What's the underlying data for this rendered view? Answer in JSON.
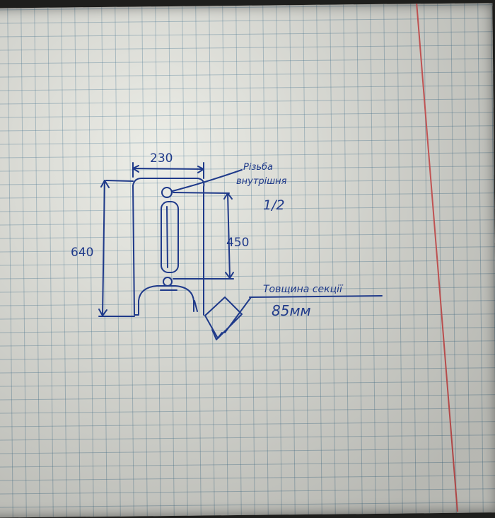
{
  "sketch": {
    "width_dim": "230",
    "height_dim": "640",
    "axis_dim": "450",
    "thread_label_1": "Різьба",
    "thread_label_2": "внутрішня",
    "thread_size": "1/2",
    "thickness_label": "Товщина секції",
    "thickness_value": "85мм"
  },
  "colors": {
    "ink": "#1f3a8a",
    "paper": "#eaebe4",
    "grid": "#4678a0",
    "margin": "#e05a5a"
  }
}
